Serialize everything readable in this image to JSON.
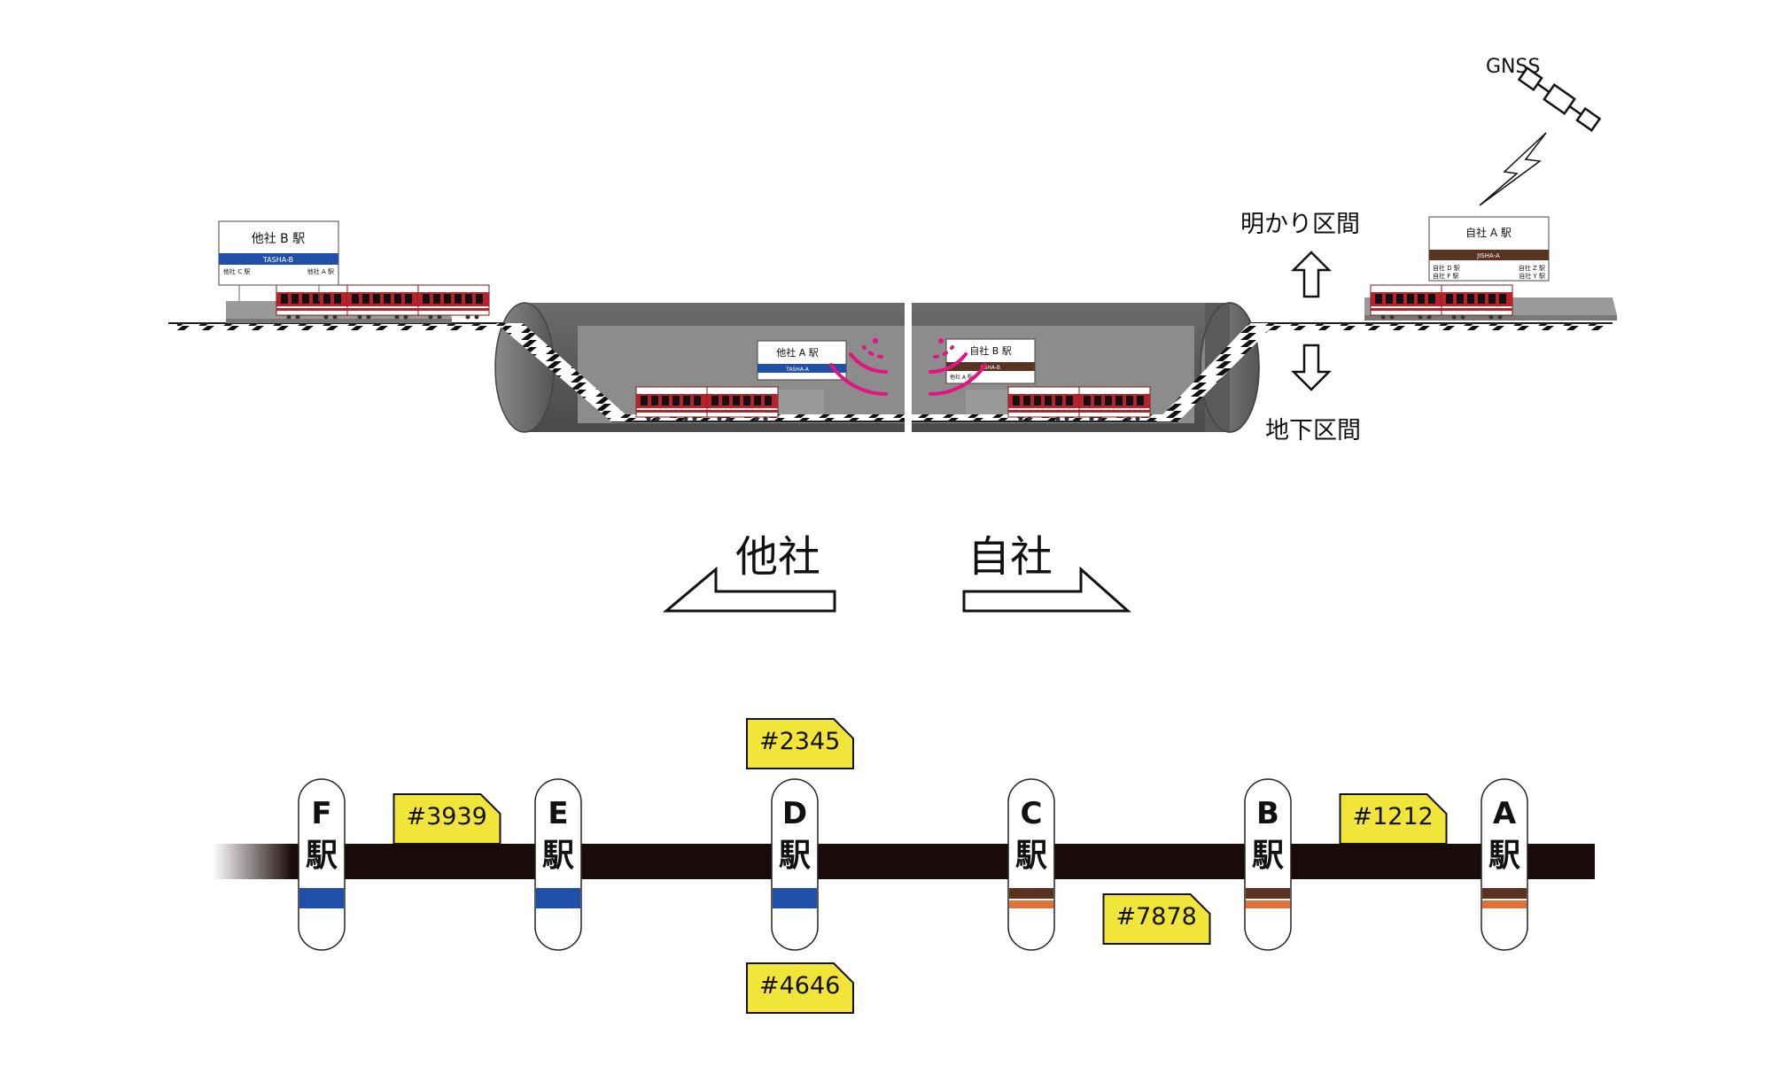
{
  "gnss_label": "GNSS",
  "above_ground_label": "明かり区間",
  "underground_label": "地下区間",
  "direction_other": "他社",
  "direction_own": "自社",
  "signs": {
    "tasha_b": {
      "title": "他社 B 駅",
      "roman": "TASHA-B",
      "prev": "他社 C 駅",
      "next": "他社 A 駅"
    },
    "tasha_a": {
      "title": "他社 A 駅",
      "roman": "TASHA-A"
    },
    "jisha_b": {
      "title": "自社 B 駅",
      "roman": "JISHA-B",
      "prev": "他社 A 駅"
    },
    "jisha_a": {
      "title": "自社 A 駅",
      "roman": "JISHA-A",
      "prev_lines": [
        "自社 D 駅",
        "自社 F 駅"
      ],
      "next_lines": [
        "自社 Z 駅",
        "自社 Y 駅"
      ]
    }
  },
  "stations": [
    {
      "letter": "F",
      "kanji": "駅",
      "operator": "other"
    },
    {
      "letter": "E",
      "kanji": "駅",
      "operator": "other"
    },
    {
      "letter": "D",
      "kanji": "駅",
      "operator": "other"
    },
    {
      "letter": "C",
      "kanji": "駅",
      "operator": "own"
    },
    {
      "letter": "B",
      "kanji": "駅",
      "operator": "own"
    },
    {
      "letter": "A",
      "kanji": "駅",
      "operator": "own"
    }
  ],
  "train_tags": [
    {
      "id": "#3939",
      "between": [
        "F",
        "E"
      ],
      "side": "above"
    },
    {
      "id": "#2345",
      "at": "D",
      "side": "above"
    },
    {
      "id": "#4646",
      "at": "D",
      "side": "below"
    },
    {
      "id": "#7878",
      "between": [
        "C",
        "B"
      ],
      "side": "below"
    },
    {
      "id": "#1212",
      "between": [
        "B",
        "A"
      ],
      "side": "above"
    }
  ],
  "colors": {
    "other_line": "#1f4fa8",
    "own_line_brown": "#5a3220",
    "own_line_orange": "#e0713a",
    "tag_yellow": "#f2e53a",
    "train_red": "#b8222a",
    "signal_magenta": "#e5137f",
    "tunnel": "#5e5e5e"
  }
}
